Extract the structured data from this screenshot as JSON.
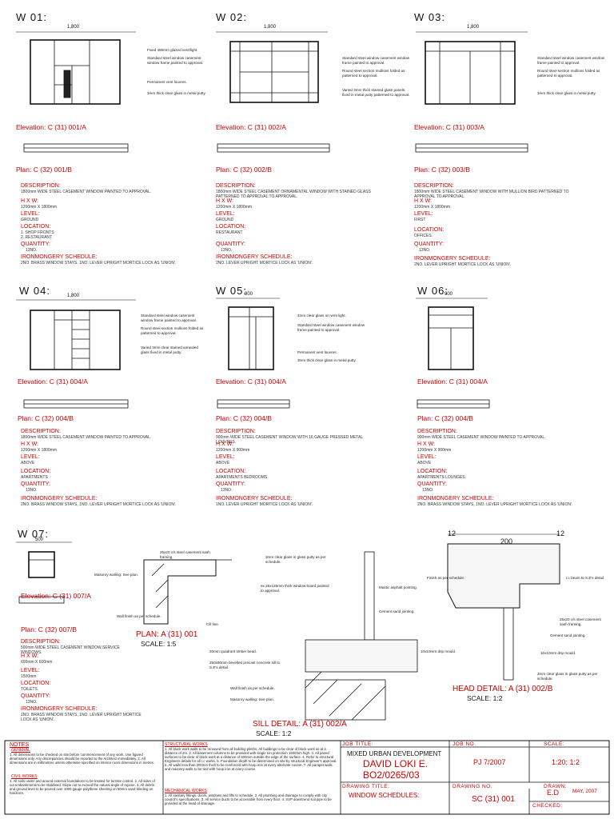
{
  "windows": [
    {
      "id": "W 01:",
      "overall": "1,800",
      "elev": "Elevation: C (31) 001/A",
      "plan": "Plan: C (32) 001/B",
      "desc": "1800mm WIDE STEEL CASEMENT WINDOW PAINTED TO APPROVAL.",
      "hxw": "1200mm X 1800mm",
      "level": "GROUND",
      "location": "1. SHOP FRONTS\n2. RESTAURANT.",
      "qty": "13NO.",
      "iron": "2NO. BRASS WINDOW STAYS, 1NO. LEVER UPRIGHT MORTICE LOCK AS 'UNION'.",
      "notes": [
        "Fixed 480mm glazed vent/light.",
        "Standard steel window casement window frame painted to approval.",
        "Permanent vent louvres.",
        "3mm thick clear glass in metal putty."
      ]
    },
    {
      "id": "W 02:",
      "overall": "1,800",
      "elev": "Elevation: C (31) 002/A",
      "plan": "Plan: C (32) 002/B",
      "desc": "1800mm WIDE STEEL CASEMENT ORNAMENTAL WINDOW WITH STAINED GLASS PATTERNED TO APPROVAL TO APPROVAL.",
      "hxw": "1200mm X 1800mm",
      "level": "GROUND",
      "location": "RESTAURANT",
      "qty": "13NO.",
      "iron": "2NO. LEVER UPRIGHT MORTICE LOCK AS 'UNION'.",
      "notes": [
        "Standard steel window casement window frame painted to approval.",
        "Round steel section mullions folded as patterned to approval.",
        "Varied 3mm thick stained glass panels fixed in metal putty patterned to approval."
      ]
    },
    {
      "id": "W 03:",
      "overall": "1,800",
      "elev": "Elevation: C (31) 003/A",
      "plan": "Plan: C (32) 003/B",
      "desc": "1800mm WIDE STEEL CASEMENT WINDOW WITH MULLION BIRD PATTERNED TO APPROVAL TO APPROVAL.",
      "hxw": "1200mm X 1800mm",
      "level": "FIRST",
      "location": "OFFICES.",
      "qty": "13NO.",
      "iron": "2NO. LEVER UPRIGHT MORTICE LOCK AS 'UNION'.",
      "notes": [
        "Standard steel window casement window frame painted to approval.",
        "Round steel section mullions folded as patterned to approval.",
        "3mm thick clear glass in metal putty."
      ]
    },
    {
      "id": "W 04:",
      "overall": "1,800",
      "elev": "Elevation: C (31) 004/A",
      "plan": "Plan: C (32) 004/B",
      "desc": "1800mm WIDE STEEL CASEMENT WINDOW PAINTED TO APPROVAL.",
      "hxw": "1200mm X 1800mm",
      "level": "ABOVE",
      "location": "APARTMENTS",
      "qty": "13NO.",
      "iron": "2NO. BRASS WINDOW STAYS, 1NO. LEVER UPRIGHT MORTICE LOCK AS 'UNION'.",
      "notes": [
        "Standard steel window casement window frame painted to approval.",
        "Round steel section mullions folded as patterned to approval.",
        "Varied 3mm clear stained annealed glass fixed in metal putty."
      ]
    },
    {
      "id": "W 05:",
      "overall": "900",
      "elev": "Elevation: C (31) 004/A",
      "plan": "Plan: C (32) 004/B",
      "desc": "900mm WIDE STEEL CASEMENT WINDOW WITH 16 GAUGE PRESSED METAL LOUVRES.",
      "hxw": "1200mm X 900mm",
      "level": "ABOVE",
      "location": "APARTMENTS BEDROOMS",
      "qty": "13NO.",
      "iron": "1NO. LEVER UPRIGHT MORTICE LOCK AS 'UNION'.",
      "notes": [
        "4mm clear glass on vent light.",
        "Standard steel window casement window frame painted to approval.",
        "Permanent vent louvres.",
        "3mm thick clear glass in metal putty."
      ]
    },
    {
      "id": "W 06:",
      "overall": "900",
      "elev": "Elevation: C (31) 004/A",
      "plan": "Plan: C (32) 004/B",
      "desc": "900mm WIDE STEEL CASEMENT WINDOW PAINTED TO APPROVAL.",
      "hxw": "1200mm X 900mm",
      "level": "ABOVE",
      "location": "APARTMENTS LOUNGES.",
      "qty": "13NO.",
      "iron": "2NO. BRASS WINDOW STAYS, 1NO. LEVER UPRIGHT MORTICE LOCK AS 'UNION'.",
      "notes": []
    },
    {
      "id": "W 07:",
      "overall": "500",
      "elev": "Elevation: C (31) 007/A",
      "plan": "Plan: C (32) 007/B",
      "desc": "500mm WIDE STEEL CASEMENT WINDOW SERVICE WINDOWS.",
      "hxw": "600mm X 600mm",
      "level": "1500mm",
      "location": "TOILETS.",
      "qty": "13NO.",
      "iron": "1NO. BRASS WINDOW STAYS, 1NO. LEVER UPRIGHT MORTICE LOCK AS 'UNION'.",
      "notes": []
    }
  ],
  "field_labels": {
    "desc": "DESCRIPTION:",
    "hxw": "H X W:",
    "level": "LEVEL:",
    "location": "LOCATION:",
    "qty": "QUANTITY:",
    "iron": "IRONMONGERY SCHEDULE:"
  },
  "details": {
    "plan": {
      "title": "PLAN: A (31) 001",
      "scale": "SCALE: 1:5",
      "notes": [
        "25x20 c/s steel casement sash framing.",
        "Masonry walling: See plan.",
        "Wall finish as per schedule.",
        "Cill line."
      ]
    },
    "sill": {
      "title": "SILL DETAIL: A (31) 002/A",
      "scale": "SCALE: 1:2",
      "notes": [
        "3mm clear glass in glass putty as per schedule.",
        "ex 25x125mm thick window board painted to approval.",
        "Mastic asphalt pointing.",
        "Cement sand jointing.",
        "20mm quadrant timber bead.",
        "250x80mm bevelled precast concrete sill to S.E's detail.",
        "Wall finish as per schedule.",
        "Masonry walling: See plan.",
        "10x10mm drip mould."
      ]
    },
    "head": {
      "title": "HEAD DETAIL: A (31) 002/B",
      "scale": "SCALE: 1:2",
      "notes": [
        "Finish as per schedule.",
        "r.c beam to S.E's detail.",
        "25x20 c/s steel casement sash framing.",
        "Cement sand jointing.",
        "10x10mm drip mould.",
        "3mm clear glass in glass putty as per schedule."
      ],
      "dims": [
        "12",
        "200",
        "12"
      ]
    }
  },
  "notes_block": {
    "heading": "NOTES",
    "general": "GENERAL",
    "general_text": "1. All dimensions to be checked on site before commencement of any work. Use figured dimensions only. Any discrepancies should be reported to the Architect immediately. 2. All dimensions are in millimetres unless otherwise specified on interior room dimensions in metres.",
    "civil": "CIVIL WORKS",
    "civil_text": "1. All soils under and around external foundations to be treated for termite control. 2. All sides of cut embankments to be stabilised. Slope not to exceed the natural angle of repose. 3. All debris and ground level to be poured over 1000 gauge polythene sheeting on 50mm sand blinding on hardcore.",
    "struct": "STRUCTURAL WORKS",
    "struct_text": "1. All block work walls to be removed from all building plinths. All buildings to be clear of block work as at a distance of 2m. 2. All basement columns to be provided with single ton protection 1500mm high. 3. All paved surfaces to be clear of block work at a distance of 500mm outside the edge of the surface. 4. Refer to structural Engineers details for all r.c works. 5. Foundation depth to be determined on site by structural Engineer's approval. 6. All walls less than 200mm thick to be reinforced with hoop iron at every alternate course. 7. All parapet walls and masonry walls to be tied with hoop iron at every course.",
    "mech": "MECHANICAL WORKS",
    "mech_text": "1. All sanitary fittings, doors, windows and lifts to schedule. 2. All plumbing and drainage to comply with city council's specifications. 3. All service ducts to be accessible from every floor. 4. SVP downtrend soil pipe to be provided at the head of drainage."
  },
  "title_block": {
    "job_title_lbl": "JOB TITLE:",
    "job_title": "MIXED URBAN DEVELOPMENT",
    "author": "DAVID LOKI E.",
    "author_ref": "BO2/0265/03",
    "job_no_lbl": "JOB NO.",
    "job_no": "PJ 7/2007",
    "scale_lbl": "SCALE:",
    "scale": "1:20; 1:2",
    "drawing_title_lbl": "DRAWING TITLE:",
    "drawing_title": "WINDOW SCHEDULES:",
    "drawing_no_lbl": "DRAWING NO.",
    "drawing_no": "SC (31) 001",
    "drawn_lbl": "DRAWN:",
    "drawn": "E.D",
    "date": "MAY, 2007",
    "checked_lbl": "CHECKED:"
  }
}
